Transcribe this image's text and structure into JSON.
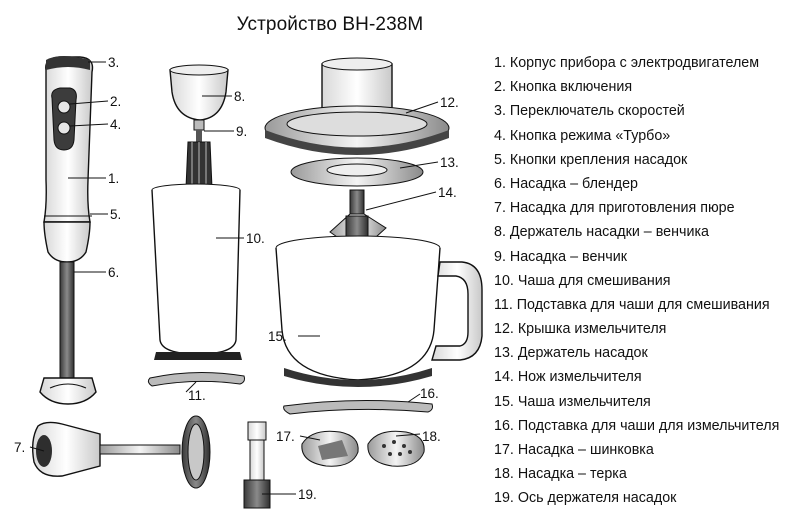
{
  "title": "Устройство BH-238M",
  "parts": [
    "1. Корпус прибора с электродвигателем",
    "2. Кнопка включения",
    "3. Переключатель скоростей",
    "4. Кнопка режима «Турбо»",
    "5. Кнопки крепления насадок",
    "6. Насадка – блендер",
    "7. Насадка для приготовления пюре",
    "8. Держатель насадки – венчика",
    "9. Насадка – венчик",
    "10. Чаша для смешивания",
    "11. Подставка для чаши для смешивания",
    "12. Крышка измельчителя",
    "13. Держатель насадок",
    "14. Нож измельчителя",
    "15. Чаша измельчителя",
    "16. Подставка для чаши для измельчителя",
    "17. Насадка – шинковка",
    "18. Насадка – терка",
    "19. Ось держателя насадок"
  ],
  "callouts": {
    "c1": "1.",
    "c2": "2.",
    "c3": "3.",
    "c4": "4.",
    "c5": "5.",
    "c6": "6.",
    "c7": "7.",
    "c8": "8.",
    "c9": "9.",
    "c10": "10.",
    "c11": "11.",
    "c12": "12.",
    "c13": "13.",
    "c14": "14.",
    "c15": "15.",
    "c16": "16.",
    "c17": "17.",
    "c18": "18.",
    "c19": "19."
  }
}
